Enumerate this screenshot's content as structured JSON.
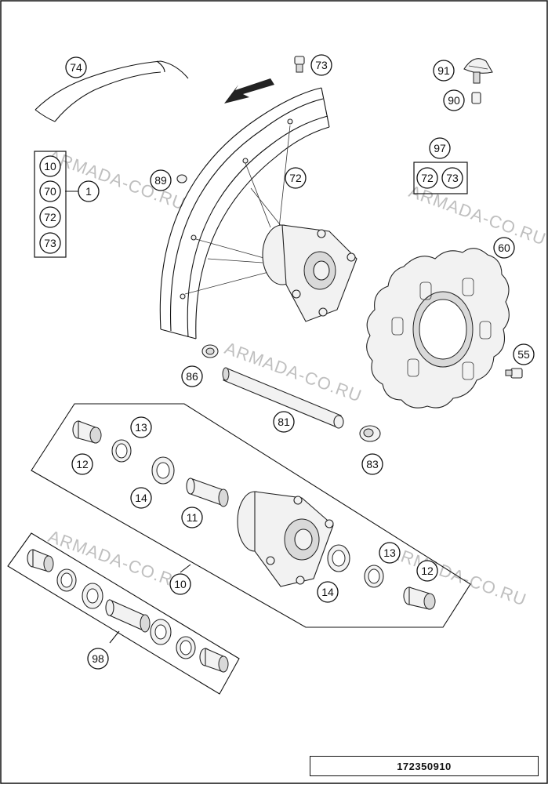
{
  "watermark": "ARMADA-CO.RU",
  "document_number": "172350910",
  "callouts": {
    "c74": "74",
    "c73_valve": "73",
    "c91": "91",
    "c90": "90",
    "c97": "97",
    "c97_72": "72",
    "c97_73": "73",
    "c1": "1",
    "c1_10": "10",
    "c1_70": "70",
    "c1_72": "72",
    "c1_73": "73",
    "c89": "89",
    "c72": "72",
    "c60": "60",
    "c55": "55",
    "c86": "86",
    "c81": "81",
    "c83": "83",
    "c13a": "13",
    "c12a": "12",
    "c14a": "14",
    "c11": "11",
    "c10": "10",
    "c14b": "14",
    "c13b": "13",
    "c12b": "12",
    "c98": "98"
  }
}
